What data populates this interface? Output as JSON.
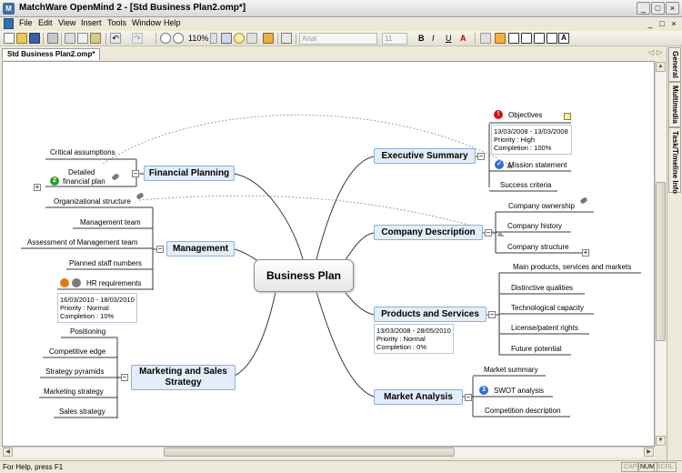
{
  "window": {
    "title": "MatchWare OpenMind 2 - [Std Business Plan2.omp*]",
    "app_icon_text": "M",
    "controls": {
      "minimize": "_",
      "maximize": "□",
      "close": "×"
    }
  },
  "menu": {
    "items": [
      "File",
      "Edit",
      "View",
      "Insert",
      "Tools",
      "Window",
      "Help"
    ],
    "mdi_controls": {
      "minimize": "_",
      "restore": "□",
      "close": "×"
    }
  },
  "toolbar": {
    "zoom_value": "110%",
    "font_name": "Arial",
    "font_size": "11",
    "bold_label": "B",
    "italic_label": "I",
    "underline_label": "U",
    "text_color_label": "A",
    "text_style_label": "A"
  },
  "tabs": {
    "active_document": "Std Business Plan2.omp*",
    "scroll_left": "◁",
    "scroll_right": "▷"
  },
  "side_panel": {
    "tabs": [
      "General",
      "Multimedia",
      "Task/Timeline Info"
    ]
  },
  "mindmap": {
    "central": "Business Plan",
    "branches": {
      "financial": {
        "title": "Financial Planning",
        "items": [
          "Critical assumptions",
          "Detailed",
          "financial plan"
        ],
        "priority_badge": "2"
      },
      "management": {
        "title": "Management",
        "items": [
          "Organizational structure",
          "Management team",
          "Assessment of Management team",
          "Planned staff numbers",
          "HR requirements"
        ],
        "task_info": [
          "16/03/2010 - 18/03/2010",
          "Priority : Normal",
          "Completion : 10%"
        ]
      },
      "marketing": {
        "title_line1": "Marketing and Sales",
        "title_line2": "Strategy",
        "items": [
          "Positioning",
          "Competitive edge",
          "Strategy pyramids",
          "Marketing strategy",
          "Sales strategy"
        ]
      },
      "executive": {
        "title": "Executive Summary",
        "items": [
          "Objectives",
          "Mission statement",
          "Success criteria"
        ],
        "task_info": [
          "13/03/2008 - 13/03/2008",
          "Priority : High",
          "Completion : 100%"
        ],
        "alert_badge": "!"
      },
      "company": {
        "title": "Company Description",
        "items": [
          "Company ownership",
          "Company history",
          "Company structure"
        ]
      },
      "products": {
        "title": "Products and Services",
        "items": [
          "Main products, services and markets",
          "Distinctive qualities",
          "Technological capacity",
          "License/patent rights",
          "Future potential"
        ],
        "task_info": [
          "13/03/2008 - 28/05/2010",
          "Priority : Normal",
          "Completion : 0%"
        ]
      },
      "market": {
        "title": "Market Analysis",
        "items": [
          "Market summary",
          "SWOT analysis",
          "Competition description"
        ],
        "priority_badge": "3"
      }
    }
  },
  "status": {
    "help_text": "For Help, press F1",
    "indicators": [
      "CAP",
      "NUM",
      "SCRL"
    ]
  },
  "colors": {
    "topic_fill": "#e3eefa",
    "topic_border": "#8fb0d6",
    "connector": "#3a3a3a",
    "relationship": "#9a9a9a"
  }
}
